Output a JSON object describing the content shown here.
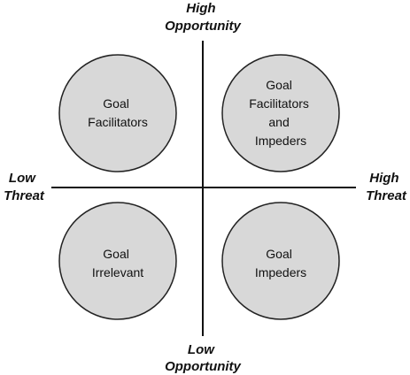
{
  "axes": {
    "top": [
      "High",
      "Opportunity"
    ],
    "bottom": [
      "Low",
      "Opportunity"
    ],
    "left": [
      "Low",
      "Threat"
    ],
    "right": [
      "High",
      "Threat"
    ]
  },
  "quadrants": {
    "top_left": [
      "Goal",
      "Facilitators"
    ],
    "top_right": [
      "Goal",
      "Facilitators",
      "and",
      "Impeders"
    ],
    "bottom_left": [
      "Goal",
      "Irrelevant"
    ],
    "bottom_right": [
      "Goal",
      "Impeders"
    ]
  },
  "colors": {
    "circle_fill": "#d8d8d8",
    "line": "#111111"
  }
}
